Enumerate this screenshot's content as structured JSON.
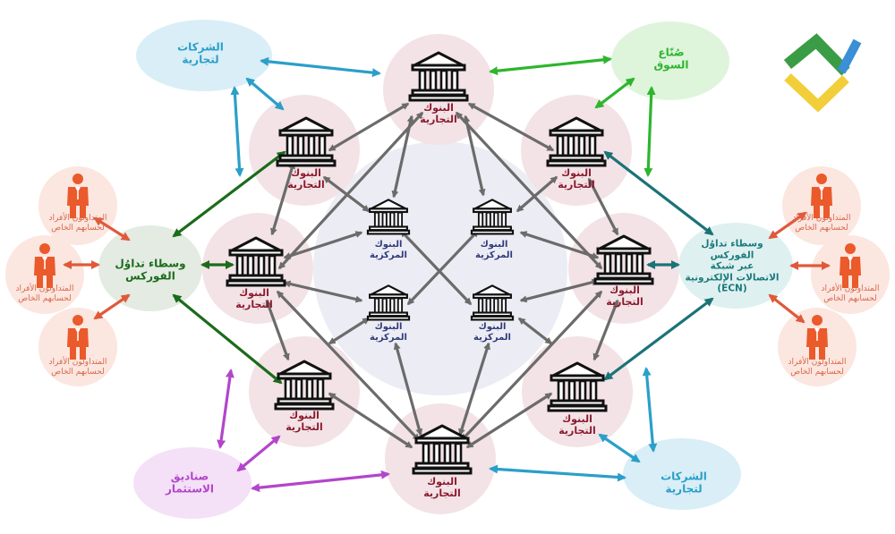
{
  "labels": {
    "commercial_bank": "البنوك\nالتجارية",
    "central_bank": "البنوك\nالمركزية",
    "retail_trader": "المتداولون الأفراد\nلحسابهم الخاص",
    "companies": "الشركات\nلتجارية",
    "market_makers": "صُنّاع\nالسوق",
    "forex_brokers": "وسطاء تداوُل\nالفوركس",
    "ecn_brokers": "وسطاء تداوُل\nالفوركس\nعبر شبكة\nالاتصالات الإلكترونية\n(ECN)",
    "investment_funds": "صناديق\nالاستثمار"
  },
  "colors": {
    "bank_circle": "#f3e3e6",
    "center_circle": "#ececf4",
    "trader_circle": "#fbe6e0",
    "blue_circle": "#d9eef6",
    "green_circle": "#def5dc",
    "broker_circle": "#e3ebe3",
    "ecn_circle": "#dff0f1",
    "purple_circle": "#f4e0f7",
    "gray_arrow": "#6b6b6b",
    "blue_arrow": "#2a9fc9",
    "green_arrow": "#2db52d",
    "darkgreen_arrow": "#1b6b1b",
    "teal_arrow": "#1a7377",
    "orange_arrow": "#e0593a",
    "purple_arrow": "#b246c9",
    "trader_figure": "#ea5a2b",
    "logo_green": "#3a9c44",
    "logo_blue": "#3a8fd6",
    "logo_yellow": "#f2cf3a"
  },
  "icons": {
    "bank": "bank-building-icon",
    "trader": "person-icon",
    "logo": "brand-logo-icon"
  }
}
